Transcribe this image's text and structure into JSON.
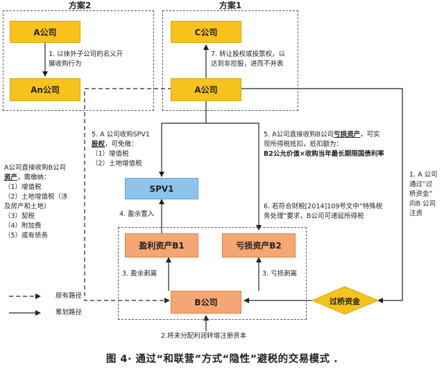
{
  "groups": {
    "plan2_title": "方案2",
    "plan1_title": "方案1"
  },
  "boxes": {
    "a_company_plan2": "A公司",
    "an_company": "An公司",
    "c_company": "C公司",
    "a_company_plan1": "A公司",
    "spv1": "SPV1",
    "profit_asset": "盈利资产B1",
    "loss_asset": "亏损资产B2",
    "b_company": "B公司",
    "bridge_fund": "过桥资金"
  },
  "notes": {
    "note1": [
      "1. 以体外子公司的名义开",
      "展收购行为"
    ],
    "note7": [
      "7. 转让股权或投票权，以",
      "达到非控股，进而不并表"
    ],
    "note5a": {
      "line1": "5. A 公司收购SPV1",
      "line2_u": "股权",
      "line2_rest": "，可免缴：",
      "line3": "（1）增值税",
      "line4": "（2）土地增值税"
    },
    "note5b": {
      "line1_pre": "5. A公司直接收购B公司",
      "line1_u": "亏损资产",
      "line1_post": "，可实",
      "line2": "现所得税抵扣，抵扣额为：",
      "line3": "B2公允价值×收购当年最长期限国债利率"
    },
    "note_left": {
      "line1": "A公司直接收购B公司",
      "line2_u": "资产",
      "line2_rest": "，需缴纳：",
      "items": [
        "（1）增值税",
        "（2）土地增值税（涉",
        "及房产和土地）",
        "（3）契税",
        "（4）附加费",
        "（5）或有债务"
      ]
    },
    "note4": "4. 盈余置入",
    "note6": [
      "6. 若符合财税[2014]109号文中“特殊税",
      "务处理”要求，B公司可递延所得税"
    ],
    "note1b": [
      "1. A 公司",
      "通过“过",
      "桥资金”",
      "向B 公司",
      "注资"
    ],
    "note3a": "3. 盈余剥离",
    "note3b": "3. 亏损剥离",
    "note2": "2.将未分配利润转增注册资本"
  },
  "legend": {
    "original": "原有路径",
    "planned": "筹划路径"
  },
  "caption": "图 4· 通过“和联营”方式“隐性”避税的交易模式 ."
}
